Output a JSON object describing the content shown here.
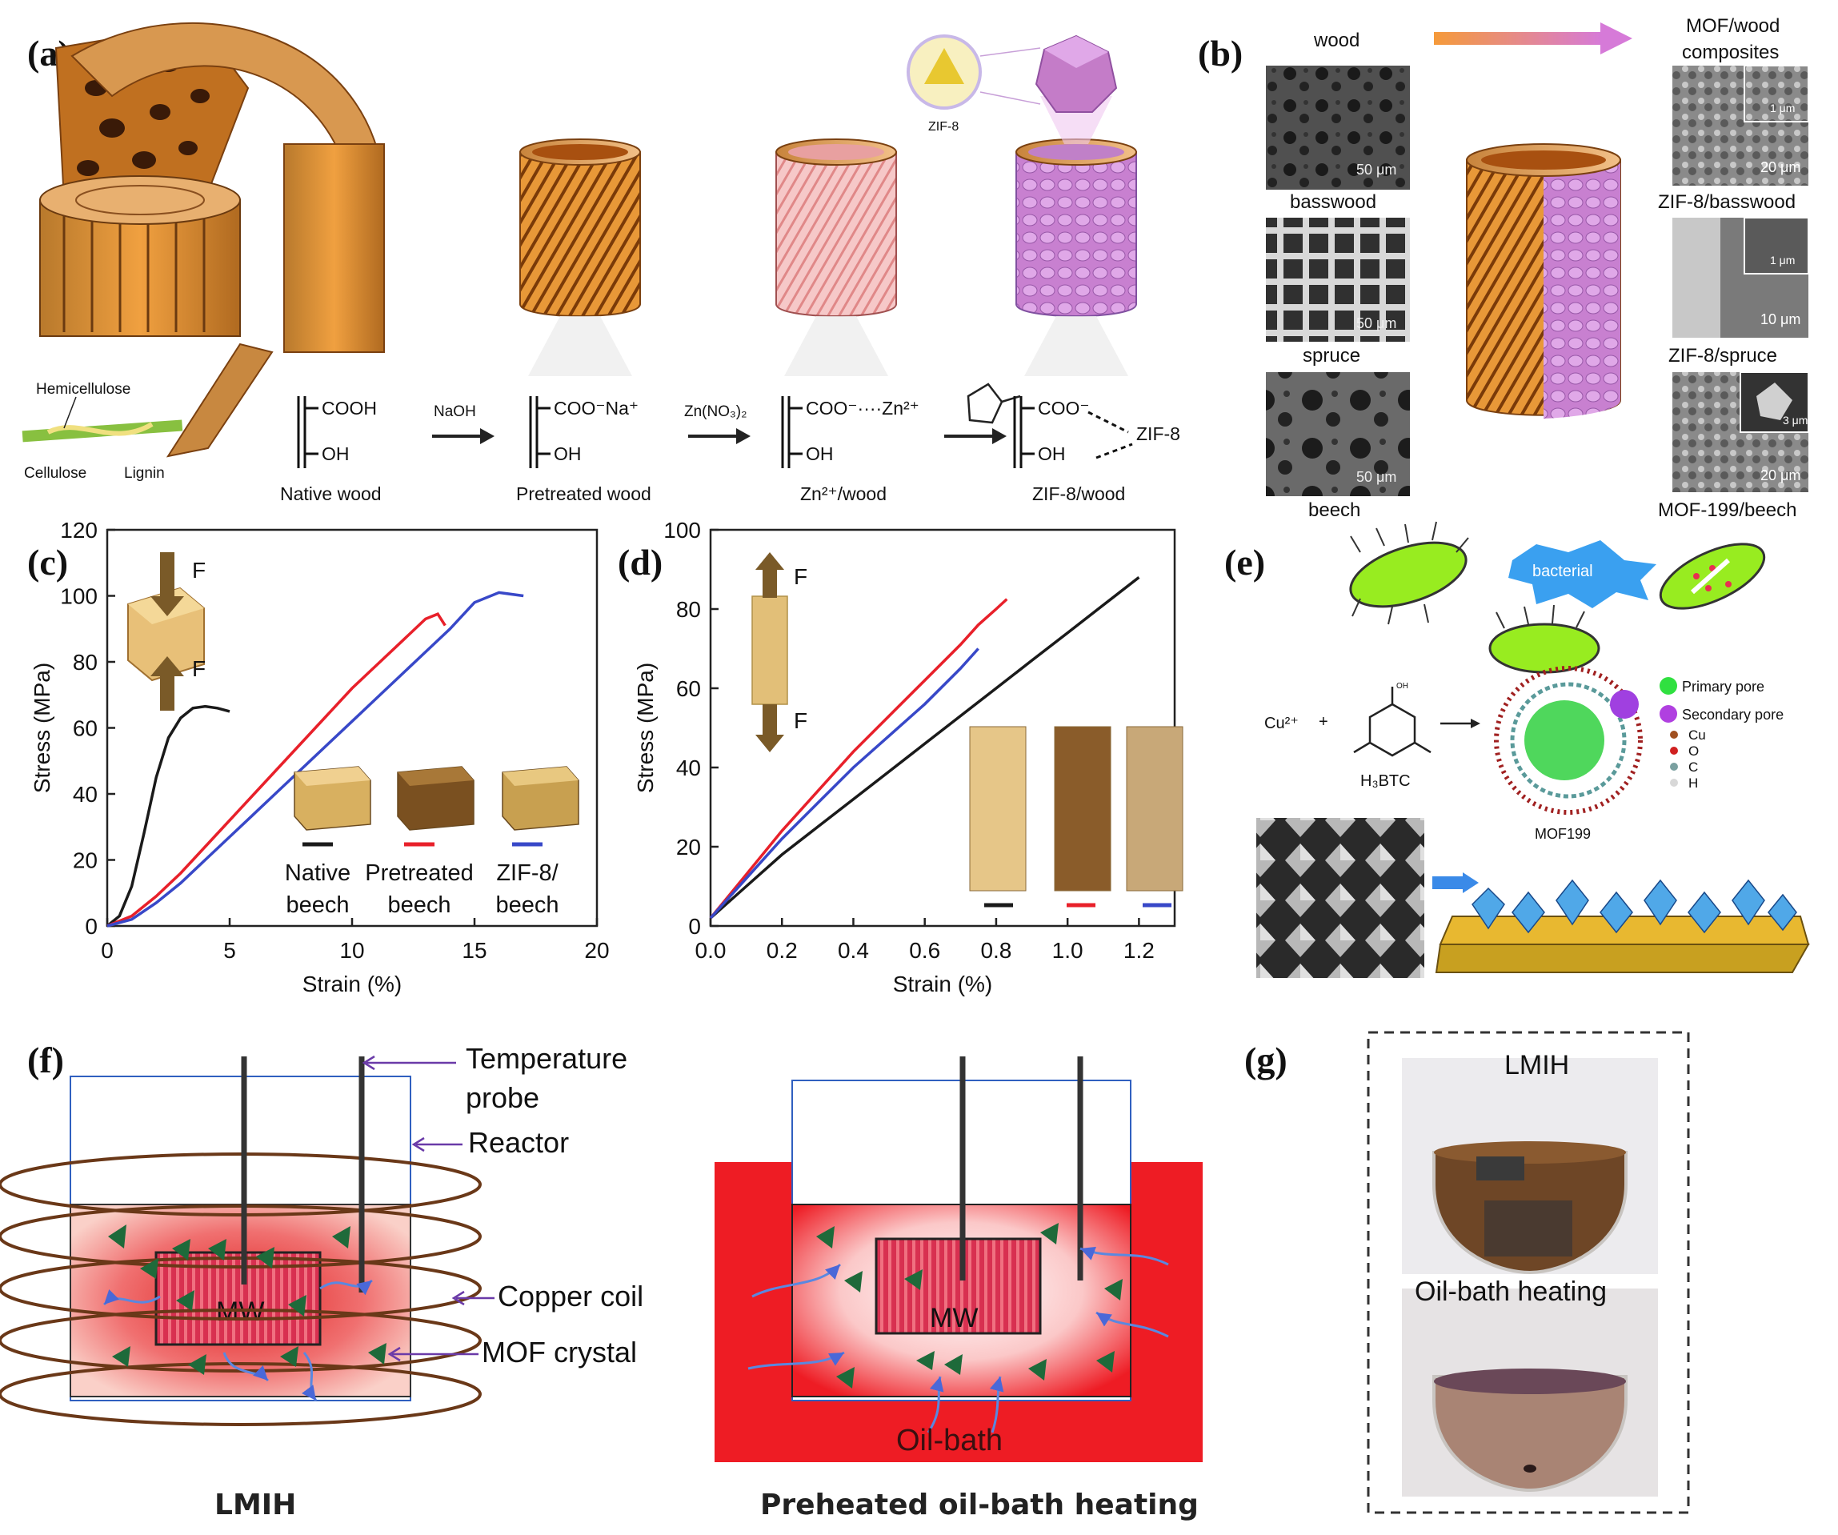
{
  "panels": {
    "a": "(a)",
    "b": "(b)",
    "c": "(c)",
    "d": "(d)",
    "e": "(e)",
    "f": "(f)",
    "g": "(g)"
  },
  "panel_a": {
    "zif8_label": "ZIF-8",
    "hemicellulose": "Hemicellulose",
    "cellulose": "Cellulose",
    "lignin": "Lignin",
    "group_cooh": "COOH",
    "group_oh": "OH",
    "group_coona": "COO⁻Na⁺",
    "group_coo_zn": "COO⁻····Zn²⁺",
    "group_coo": "COO⁻",
    "zif8_bond": "ZIF-8",
    "reagent_naoh": "NaOH",
    "reagent_zn": "Zn(NO₃)₂",
    "native_wood": "Native wood",
    "pretreated_wood": "Pretreated wood",
    "zn_wood": "Zn²⁺/wood",
    "zif8_wood": "ZIF-8/wood"
  },
  "panel_b": {
    "wood": "wood",
    "mof_wood": "MOF/wood",
    "composites": "composites",
    "basswood": "basswood",
    "spruce": "spruce",
    "beech": "beech",
    "zif8_basswood": "ZIF-8/basswood",
    "zif8_spruce": "ZIF-8/spruce",
    "mof199_beech": "MOF-199/beech",
    "scale_50": "50 μm",
    "scale_1": "1 μm",
    "scale_20": "20 μm",
    "scale_10": "10 μm",
    "scale_3": "3 μm"
  },
  "panel_e": {
    "bacterial": "bacterial",
    "cu": "Cu²⁺",
    "plus": "+",
    "h3btc": "H₃BTC",
    "mof199": "MOF199",
    "primary_pore": "Primary pore",
    "secondary_pore": "Secondary pore",
    "el_cu": "Cu",
    "el_o": "O",
    "el_c": "C",
    "el_h": "H",
    "oh": "OH"
  },
  "panel_f": {
    "temperature": "Temperature",
    "probe": "probe",
    "reactor": "Reactor",
    "copper_coil": "Copper coil",
    "mof_crystal": "MOF crystal",
    "mw": "MW",
    "lmih": "LMIH",
    "oil_bath": "Oil-bath",
    "preheated": "Preheated oil-bath heating"
  },
  "panel_g": {
    "lmih": "LMIH",
    "oil_bath_heating": "Oil-bath heating"
  },
  "colors": {
    "black": "#1a1a1a",
    "red": "#e8202a",
    "blue": "#3848c8",
    "oil": "#ee1c24",
    "wood": "#d8a860",
    "mof_pink": "#c47cc8"
  },
  "chart_data": [
    {
      "type": "line",
      "panel": "c",
      "xlabel": "Strain (%)",
      "ylabel": "Stress (MPa)",
      "xlim": [
        0,
        20
      ],
      "ylim": [
        0,
        120
      ],
      "xticks": [
        0,
        5,
        10,
        15,
        20
      ],
      "yticks": [
        0,
        20,
        40,
        60,
        80,
        100,
        120
      ],
      "force_label": "F",
      "series": [
        {
          "name": "Native beech",
          "color": "#1a1a1a",
          "x": [
            0,
            0.5,
            1.0,
            1.5,
            2.0,
            2.5,
            3.0,
            3.5,
            4.0,
            4.5,
            5.0
          ],
          "y": [
            0,
            3,
            12,
            28,
            45,
            57,
            63,
            66,
            66.5,
            66,
            65
          ]
        },
        {
          "name": "Pretreated beech",
          "color": "#e8202a",
          "x": [
            0,
            1,
            2,
            3,
            4,
            5,
            6,
            7,
            8,
            9,
            10,
            11,
            12,
            13,
            13.5,
            13.8
          ],
          "y": [
            0,
            3,
            9,
            16,
            24,
            32,
            40,
            48,
            56,
            64,
            72,
            79,
            86,
            93,
            94.5,
            91
          ]
        },
        {
          "name": "ZIF-8/beech",
          "color": "#3848c8",
          "x": [
            0,
            1,
            2,
            3,
            4,
            5,
            6,
            7,
            8,
            9,
            10,
            11,
            12,
            13,
            14,
            15,
            16,
            17
          ],
          "y": [
            0,
            2,
            7,
            13,
            20,
            27,
            34,
            41,
            48,
            55,
            62,
            69,
            76,
            83,
            90,
            98,
            101,
            100
          ]
        }
      ],
      "legend": [
        {
          "line1": "Native",
          "line2": "beech"
        },
        {
          "line1": "Pretreated",
          "line2": "beech"
        },
        {
          "line1": "ZIF-8/",
          "line2": "beech"
        }
      ]
    },
    {
      "type": "line",
      "panel": "d",
      "xlabel": "Strain (%)",
      "ylabel": "Stress (MPa)",
      "xlim": [
        0,
        1.3
      ],
      "ylim": [
        0,
        100
      ],
      "xticks": [
        0.0,
        0.2,
        0.4,
        0.6,
        0.8,
        1.0,
        1.2
      ],
      "xtick_labels": [
        "0.0",
        "0.2",
        "0.4",
        "0.6",
        "0.8",
        "1.0",
        "1.2"
      ],
      "yticks": [
        0,
        20,
        40,
        60,
        80,
        100
      ],
      "force_label": "F",
      "series": [
        {
          "color": "#1a1a1a",
          "x": [
            0,
            0.1,
            0.2,
            0.3,
            0.4,
            0.5,
            0.6,
            0.7,
            0.8,
            0.9,
            1.0,
            1.1,
            1.2
          ],
          "y": [
            2,
            10,
            18,
            25,
            32,
            39,
            46,
            53,
            60,
            67,
            74,
            81,
            88
          ]
        },
        {
          "color": "#e8202a",
          "x": [
            0,
            0.1,
            0.2,
            0.3,
            0.4,
            0.5,
            0.6,
            0.7,
            0.75,
            0.8,
            0.83
          ],
          "y": [
            2,
            13,
            24,
            34,
            44,
            53,
            62,
            71,
            76,
            80,
            82.5
          ]
        },
        {
          "color": "#3848c8",
          "x": [
            0,
            0.1,
            0.2,
            0.3,
            0.4,
            0.5,
            0.6,
            0.7,
            0.75
          ],
          "y": [
            2,
            12,
            22,
            31,
            40,
            48,
            56,
            65,
            70
          ]
        }
      ]
    }
  ]
}
